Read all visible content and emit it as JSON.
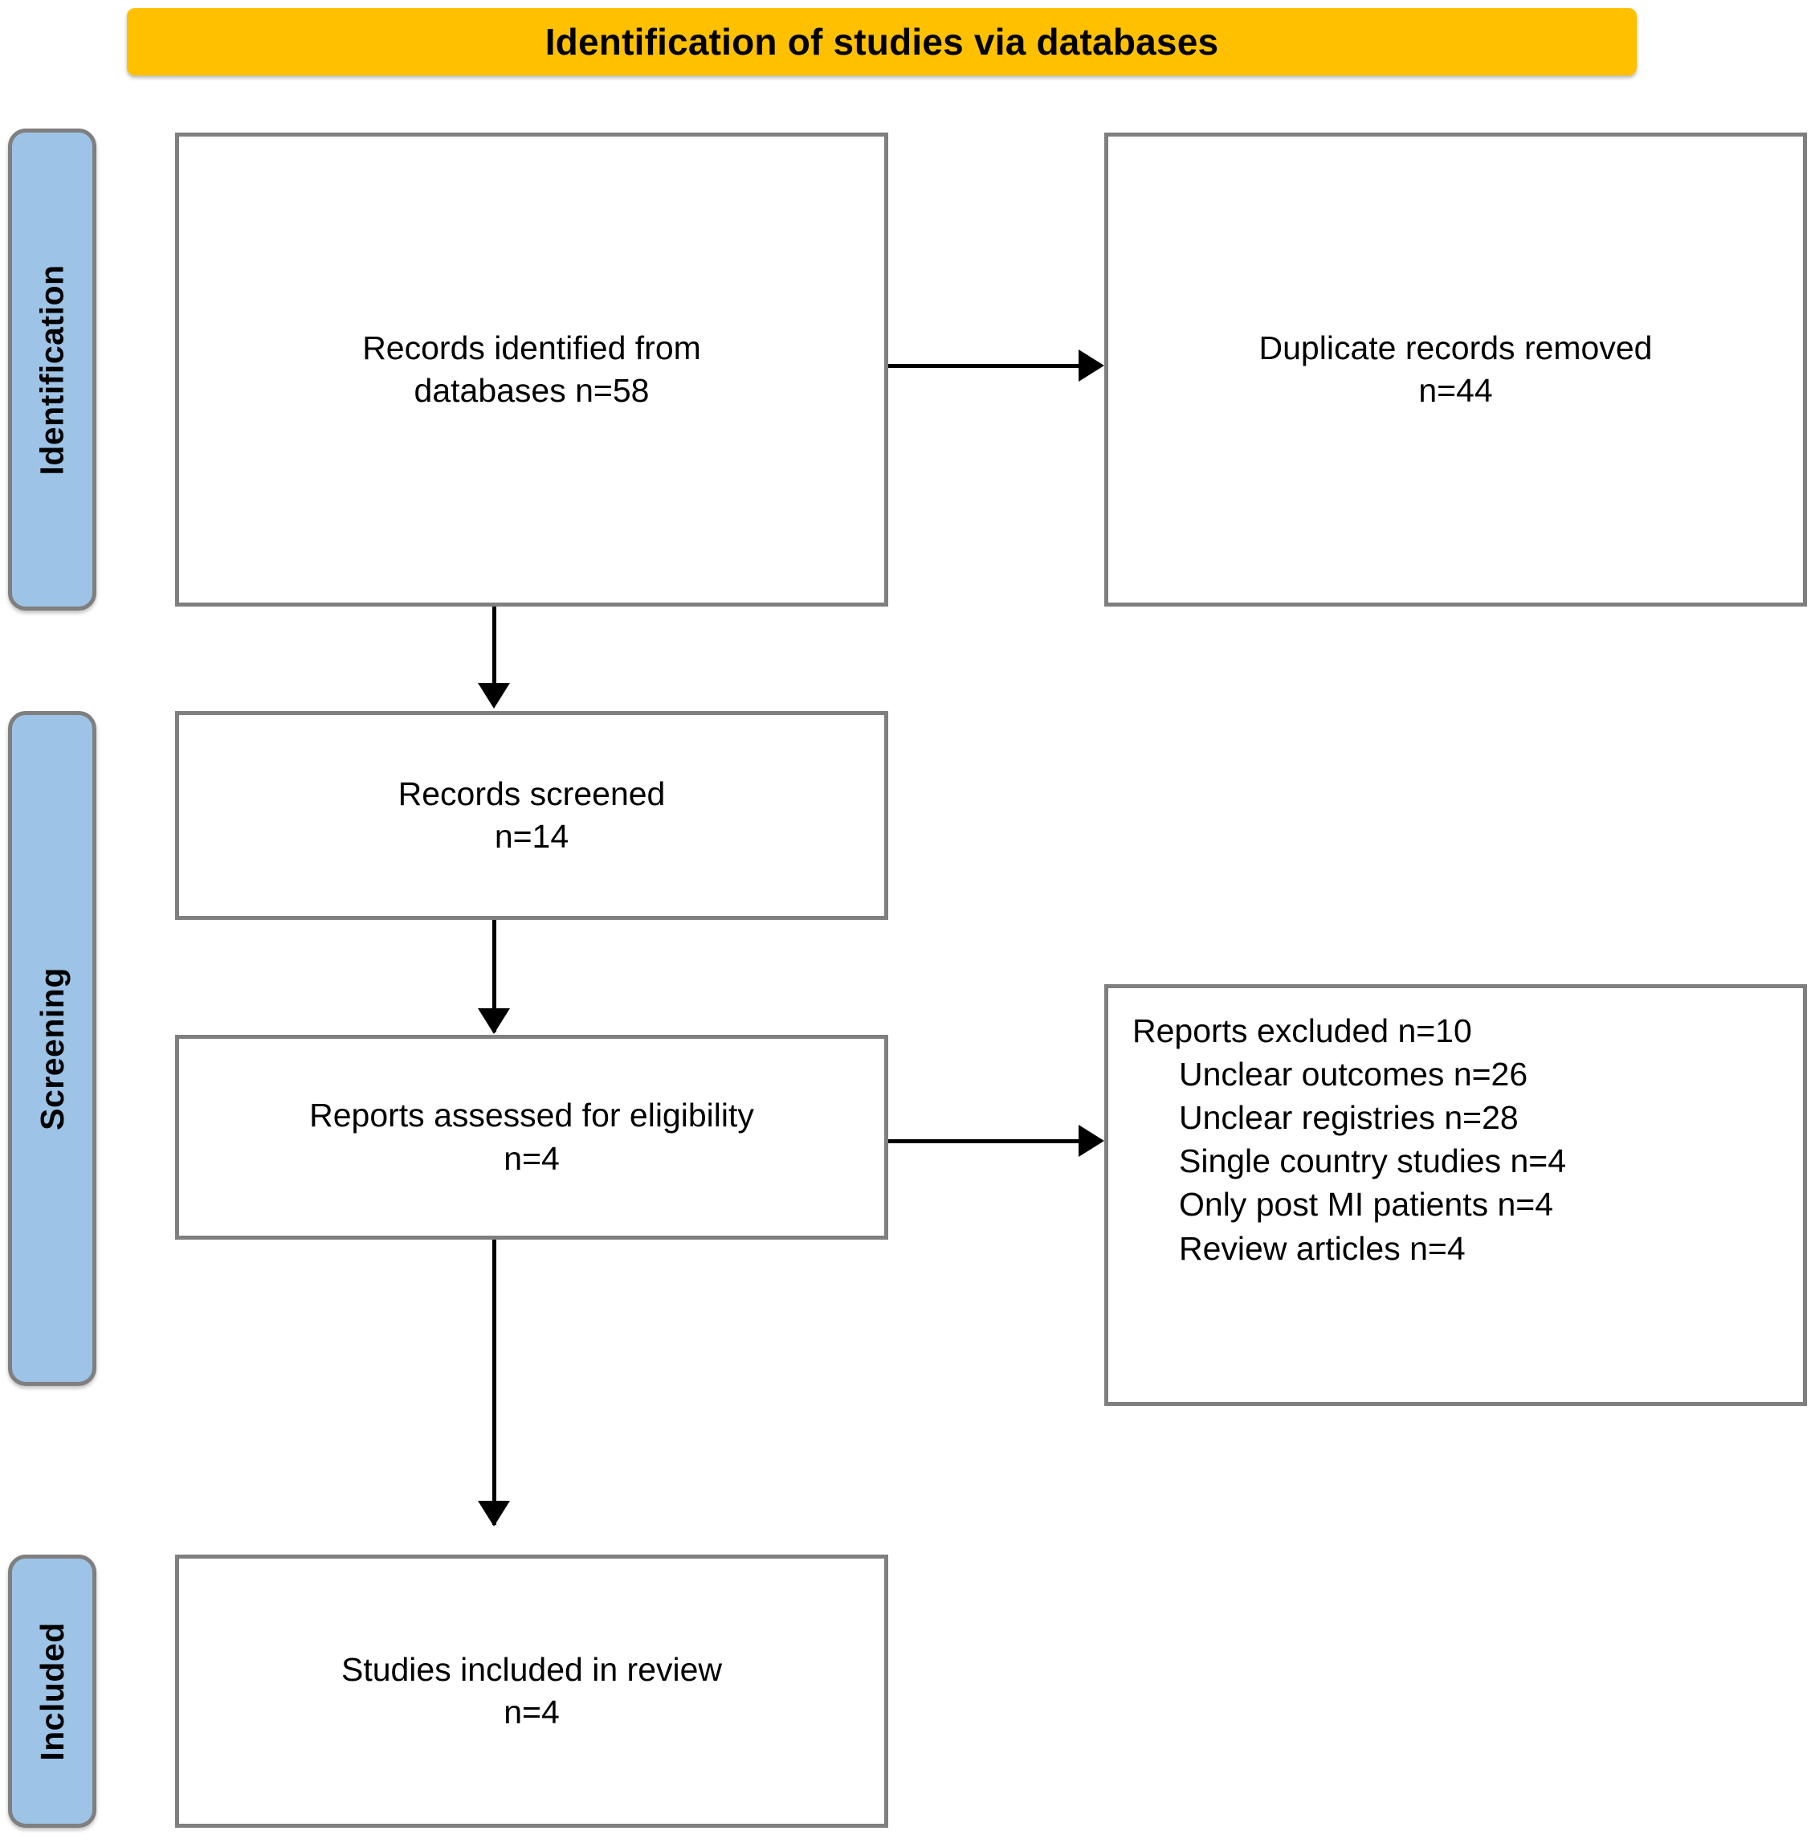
{
  "diagram": {
    "type": "prisma-flow-diagram",
    "header": {
      "title": "Identification of studies via databases"
    },
    "stages": [
      {
        "id": "identification",
        "label": "Identification"
      },
      {
        "id": "screening",
        "label": "Screening"
      },
      {
        "id": "included",
        "label": "Included"
      }
    ],
    "boxes": {
      "records_identified": {
        "line1": "Records identified from",
        "line2": "databases n=58"
      },
      "duplicates_removed": {
        "line1": "Duplicate records removed",
        "line2": "n=44"
      },
      "records_screened": {
        "line1": "Records screened",
        "line2": "n=14"
      },
      "reports_assessed": {
        "line1": "Reports assessed for eligibility",
        "line2": "n=4"
      },
      "reports_excluded": {
        "heading": "Reports excluded n=10",
        "reasons": [
          "Unclear outcomes n=26",
          "Unclear registries n=28",
          "Single country studies n=4",
          "Only post MI patients n=4",
          "Review articles n=4"
        ]
      },
      "studies_included": {
        "line1": "Studies included in review",
        "line2": "n=4"
      }
    },
    "colors": {
      "banner": "#FFC000",
      "stage_fill": "#9DC3E6",
      "box_border": "#7f7f7f",
      "arrow": "#000000",
      "text": "#000000"
    }
  }
}
